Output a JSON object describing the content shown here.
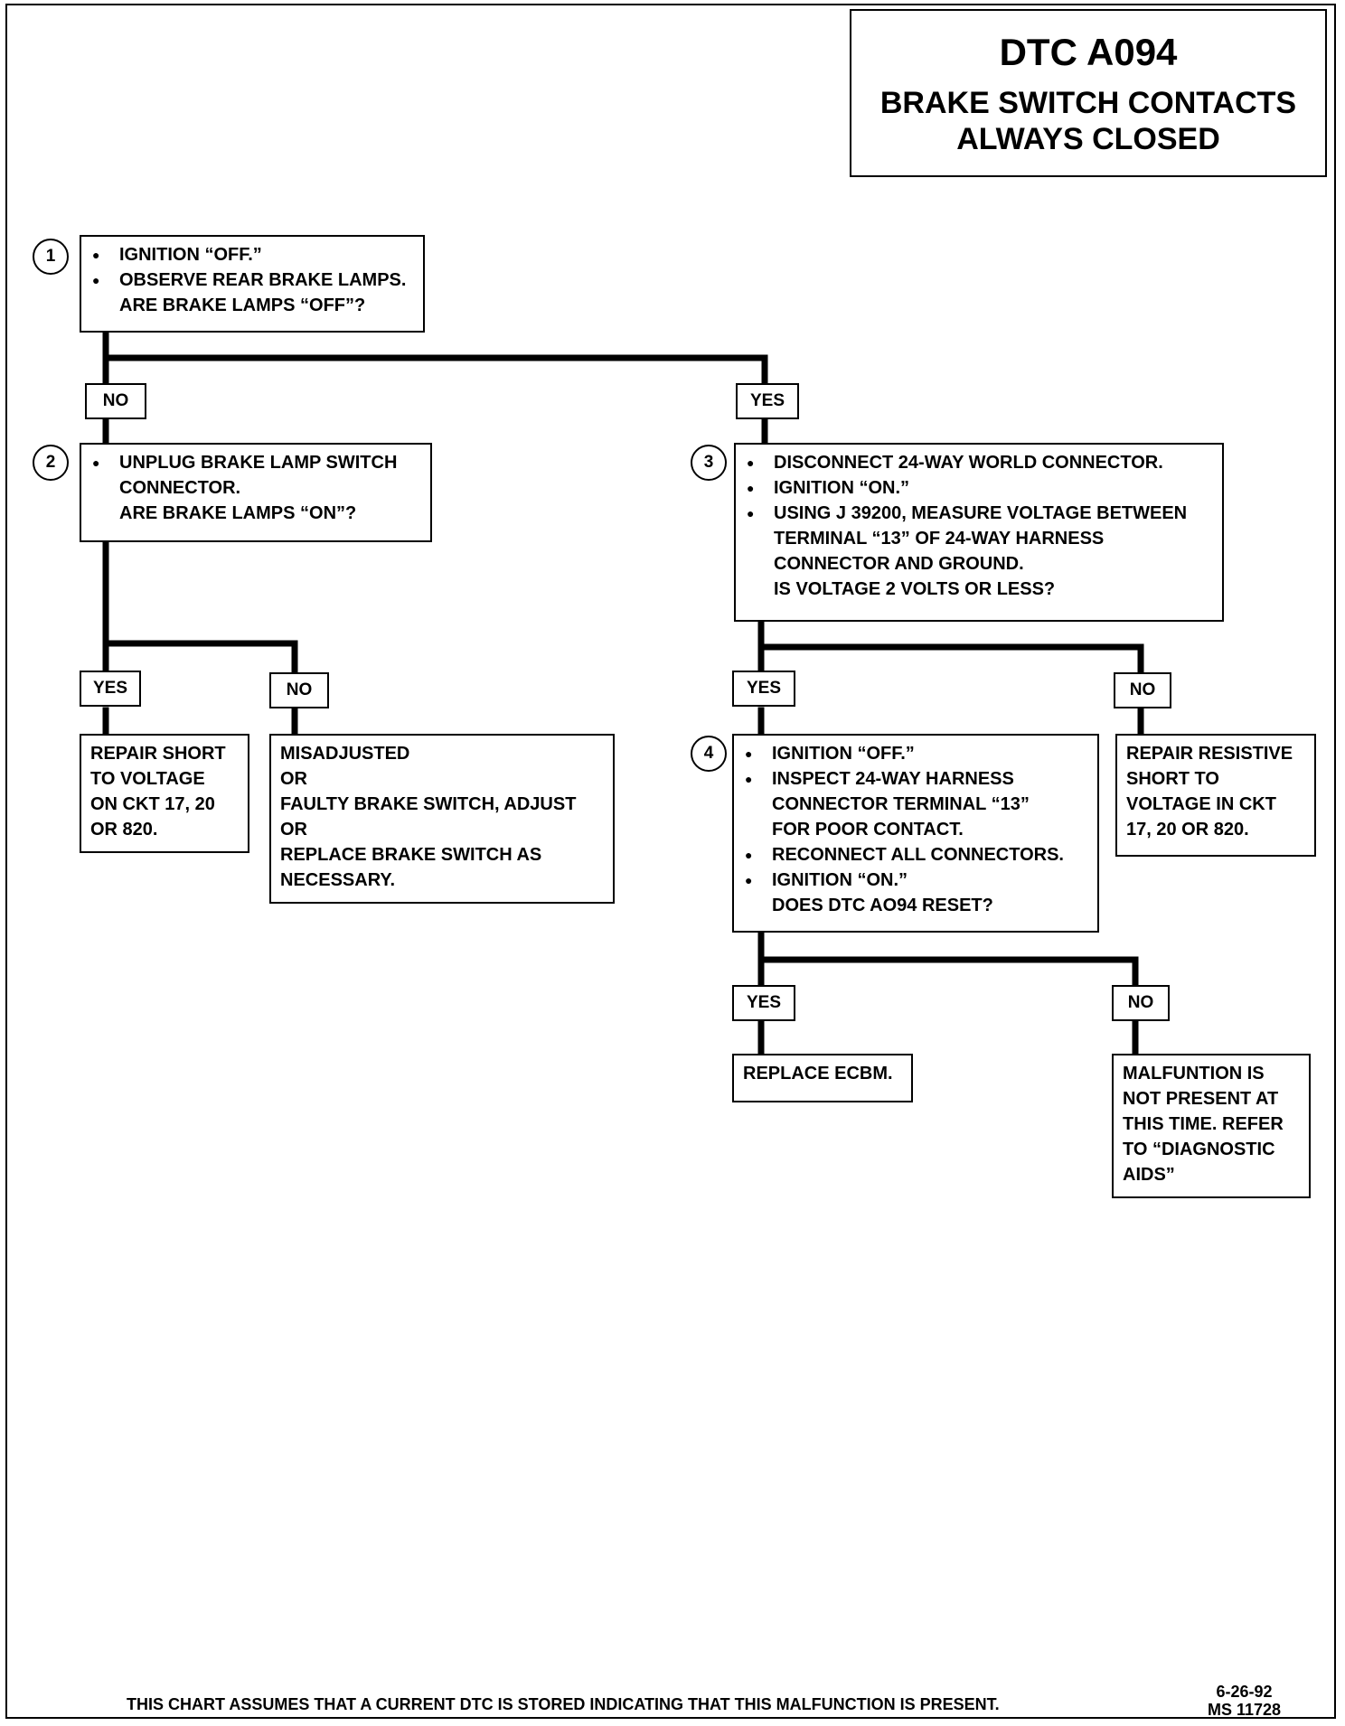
{
  "title": {
    "code": "DTC A094",
    "subtitle_line1": "BRAKE SWITCH CONTACTS",
    "subtitle_line2": "ALWAYS CLOSED"
  },
  "steps": {
    "s1": {
      "number": "1",
      "items": [
        "IGNITION “OFF.”",
        "OBSERVE REAR BRAKE LAMPS."
      ],
      "question": "ARE BRAKE LAMPS “OFF”?"
    },
    "s2": {
      "number": "2",
      "item_line1": "UNPLUG BRAKE LAMP SWITCH",
      "item_line2": "CONNECTOR.",
      "question": "ARE BRAKE LAMPS “ON”?"
    },
    "s3": {
      "number": "3",
      "item1": "DISCONNECT 24-WAY WORLD CONNECTOR.",
      "item2": "IGNITION “ON.”",
      "item3_line1": "USING J 39200, MEASURE VOLTAGE BETWEEN",
      "item3_line2": "TERMINAL “13” OF 24-WAY HARNESS",
      "item3_line3": "CONNECTOR AND GROUND.",
      "question": "IS VOLTAGE 2 VOLTS OR LESS?"
    },
    "s4": {
      "number": "4",
      "item1": "IGNITION “OFF.”",
      "item2_line1": "INSPECT 24-WAY HARNESS",
      "item2_line2": "CONNECTOR TERMINAL  “13”",
      "item2_line3": "FOR POOR CONTACT.",
      "item3": "RECONNECT ALL CONNECTORS.",
      "item4": "IGNITION “ON.”",
      "question": "DOES DTC AO94 RESET?"
    }
  },
  "branch_labels": {
    "s1_no": "NO",
    "s1_yes": "YES",
    "s2_yes": "YES",
    "s2_no": "NO",
    "s3_yes": "YES",
    "s3_no": "NO",
    "s4_yes": "YES",
    "s4_no": "NO"
  },
  "results": {
    "repair_short": [
      "REPAIR SHORT",
      "TO VOLTAGE",
      "ON CKT 17, 20",
      "OR 820."
    ],
    "misadjusted": [
      "MISADJUSTED",
      "OR",
      "FAULTY BRAKE SWITCH, ADJUST",
      "OR",
      "REPLACE BRAKE SWITCH AS",
      "NECESSARY."
    ],
    "repair_resistive": [
      "REPAIR RESISTIVE",
      "SHORT TO",
      "VOLTAGE IN CKT",
      "17, 20 OR 820."
    ],
    "replace_ecbm": [
      "REPLACE ECBM."
    ],
    "malfunction": [
      "MALFUNTION IS",
      "NOT PRESENT AT",
      "THIS TIME.  REFER",
      "TO “DIAGNOSTIC",
      "AIDS”"
    ]
  },
  "footer": {
    "note": "THIS CHART ASSUMES THAT A CURRENT DTC IS STORED INDICATING THAT THIS MALFUNCTION IS PRESENT.",
    "date": "6-26-92",
    "doc_id": "MS 11728"
  }
}
